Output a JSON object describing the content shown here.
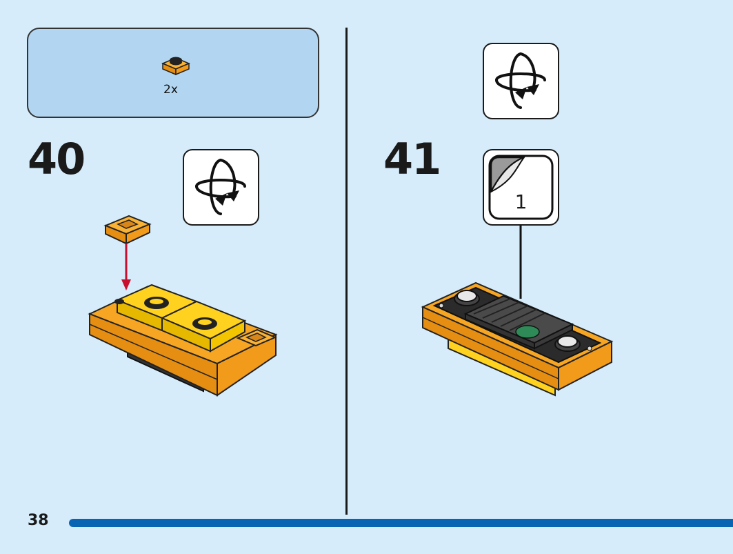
{
  "parts_panel": {
    "quantity": "2x",
    "part_color": "#f6a623"
  },
  "steps": [
    {
      "number": "40",
      "callout": "rotate-model-icon"
    },
    {
      "number": "41",
      "callout": "rotate-model-icon",
      "sticker_number": "1"
    }
  ],
  "page": {
    "number": "38",
    "bar_color": "#0a64b4"
  }
}
